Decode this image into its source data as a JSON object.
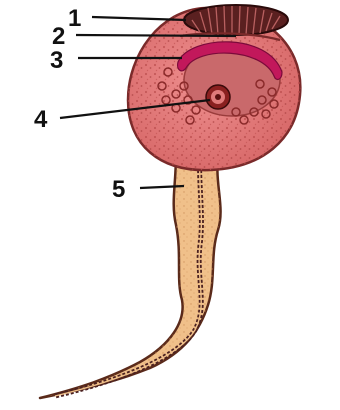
{
  "labels": [
    {
      "id": "1",
      "text": "1",
      "target": "acrosome-cap"
    },
    {
      "id": "2",
      "text": "2",
      "target": "membrane-layer"
    },
    {
      "id": "3",
      "text": "3",
      "target": "nucleus"
    },
    {
      "id": "4",
      "text": "4",
      "target": "centriole"
    },
    {
      "id": "5",
      "text": "5",
      "target": "tail"
    }
  ],
  "colors": {
    "head_fill": "#e07a7a",
    "head_dots": "#b84a4a",
    "nucleus_fill": "#c9696b",
    "crescent": "#c2185b",
    "cap_fill": "#5a2020",
    "tail_fill": "#f0c08a",
    "tail_outline": "#5a2a1a",
    "axial_line": "#4a2020",
    "label_color": "#111111"
  }
}
